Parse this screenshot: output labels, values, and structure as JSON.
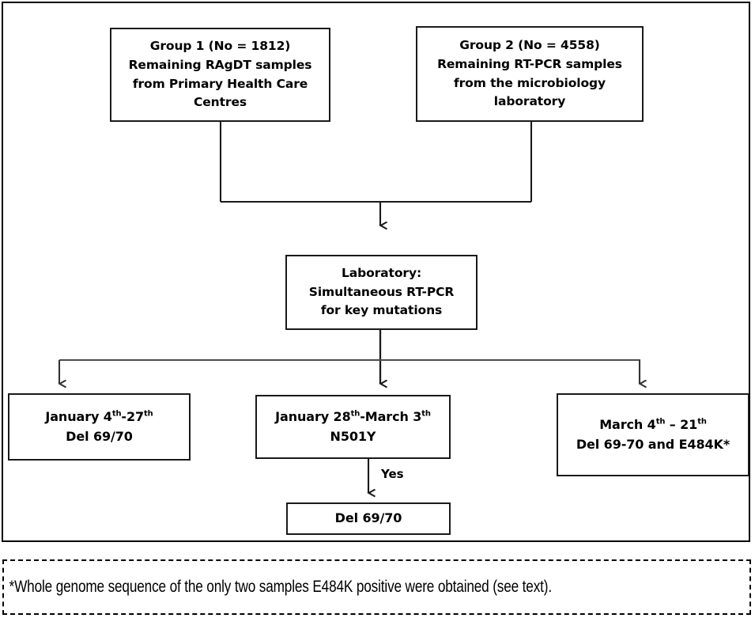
{
  "figure": {
    "type": "flowchart",
    "title": "Study sample flow diagram"
  },
  "nodes": {
    "group1": {
      "lines": [
        "Group 1 (No = 1812)",
        "Remaining RAgDT samples",
        "from Primary Health Care",
        "Centres"
      ]
    },
    "group2": {
      "lines": [
        "Group 2 (No = 4558)",
        "Remaining RT-PCR samples",
        "from the microbiology",
        "laboratory"
      ]
    },
    "laboratory": {
      "lines": [
        "Laboratory:",
        "Simultaneous  RT-PCR",
        "for key mutations"
      ]
    },
    "period1": {
      "line1_pre": "January 4",
      "line1_sup1": "th",
      "line1_mid": "-27",
      "line1_sup2": "th",
      "line2": "Del 69/70"
    },
    "period2": {
      "line1_pre": "January 28",
      "line1_sup1": "th",
      "line1_mid": "-March 3",
      "line1_sup2": "th",
      "line2": "N501Y"
    },
    "period3": {
      "line1_pre": "March 4",
      "line1_sup1": "th",
      "line1_mid": " – 21",
      "line1_sup2": "th",
      "line2": "Del 69-70 and E484K*"
    },
    "result": {
      "line1": "Del 69/70"
    }
  },
  "edges": {
    "yes_label": "Yes"
  },
  "footnote": {
    "text": "*Whole genome sequence of the only two samples E484K positive were obtained (see text)."
  },
  "colors": {
    "stroke": "#1a1a1a",
    "connector": "#4d4d4d",
    "background": "#ffffff",
    "text": "#000000"
  }
}
